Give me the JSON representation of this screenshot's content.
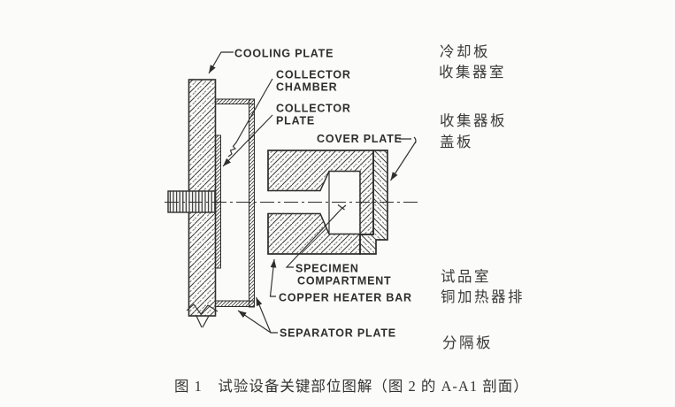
{
  "caption": {
    "text": "图 1　试验设备关键部位图解（图 2 的 A-A1 剖面）"
  },
  "drawing": {
    "labels": {
      "cooling_plate": "COOLING  PLATE",
      "collector_chamber_line1": "COLLECTOR",
      "collector_chamber_line2": "CHAMBER",
      "collector_plate_line1": "COLLECTOR",
      "collector_plate_line2": "PLATE",
      "cover_plate": "COVER  PLATE",
      "specimen_line1": "SPECIMEN",
      "specimen_line2": "COMPARTMENT",
      "copper_heater_bar": "COPPER HEATER BAR",
      "separator_plate": "SEPARATOR PLATE"
    }
  },
  "translations": {
    "cooling_plate": "冷却板",
    "collector_chamber": "收集器室",
    "collector_plate": "收集器板",
    "cover_plate": "盖板",
    "specimen_compartment": "试品室",
    "copper_heater_bar": "铜加热器排",
    "separator_plate": "分隔板"
  },
  "colors": {
    "ink": "#2e2e2e",
    "paper": "#fbfbf9"
  }
}
